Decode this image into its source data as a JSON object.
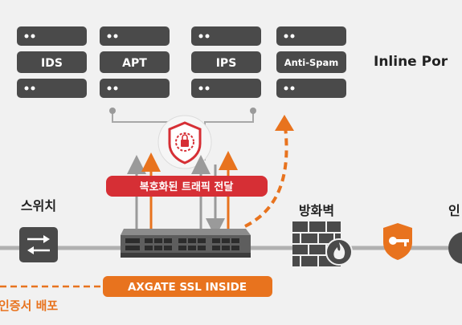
{
  "servers": [
    {
      "label": "IDS"
    },
    {
      "label": "APT"
    },
    {
      "label": "IPS"
    },
    {
      "label": "Anti-Spam"
    }
  ],
  "inline_label": "Inline Por",
  "traffic_banner": "복호화된 트래픽 전달",
  "switch_label": "스위치",
  "firewall_label": "방화벽",
  "right_label": "인",
  "appliance_banner": "AXGATE SSL INSIDE",
  "cert_label": "인증서 배포",
  "colors": {
    "orange": "#e8731e",
    "red": "#d62f35",
    "server": "#4a4a4a",
    "gray_arrow": "#9a9a9a",
    "line": "#b0b0b0",
    "background": "#f1f1f1"
  }
}
